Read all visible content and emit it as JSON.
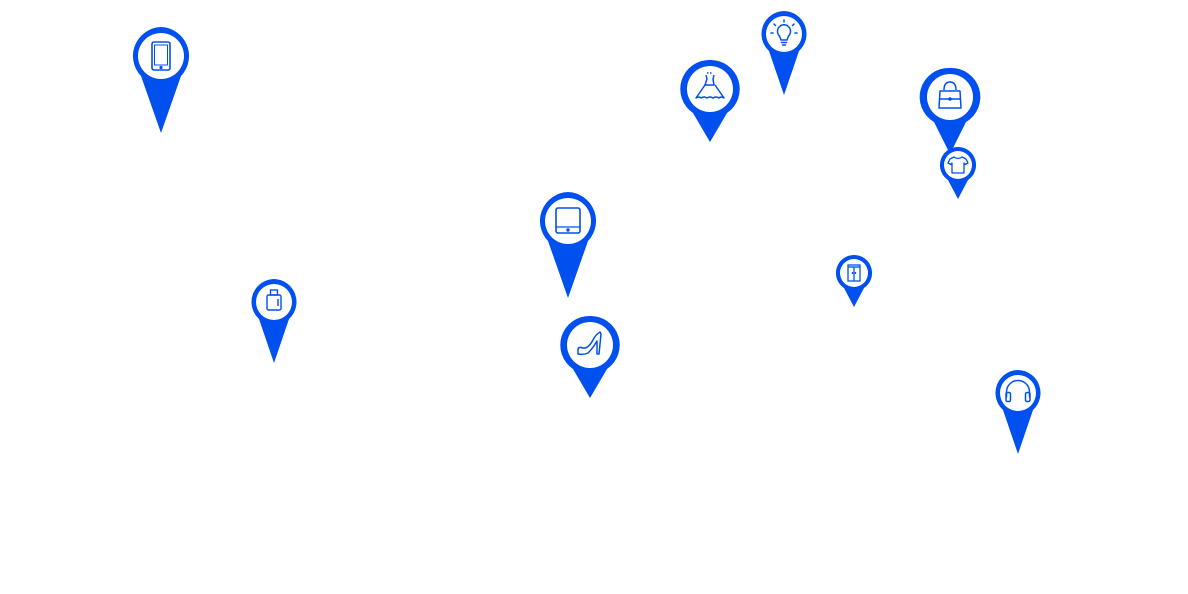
{
  "theme": {
    "pin_color": "#0050f0",
    "pin_inner": "#ffffff"
  },
  "pins": [
    {
      "id": "pin-smartphone",
      "icon": "smartphone-icon"
    },
    {
      "id": "pin-dress",
      "icon": "dress-icon"
    },
    {
      "id": "pin-lightbulb",
      "icon": "lightbulb-icon"
    },
    {
      "id": "pin-handbag",
      "icon": "handbag-icon"
    },
    {
      "id": "pin-tshirt",
      "icon": "tshirt-icon"
    },
    {
      "id": "pin-tablet",
      "icon": "tablet-icon"
    },
    {
      "id": "pin-usb-drive",
      "icon": "usb-drive-icon"
    },
    {
      "id": "pin-high-heel",
      "icon": "high-heel-icon"
    },
    {
      "id": "pin-wardrobe",
      "icon": "wardrobe-icon"
    },
    {
      "id": "pin-headphones",
      "icon": "headphones-icon"
    }
  ]
}
